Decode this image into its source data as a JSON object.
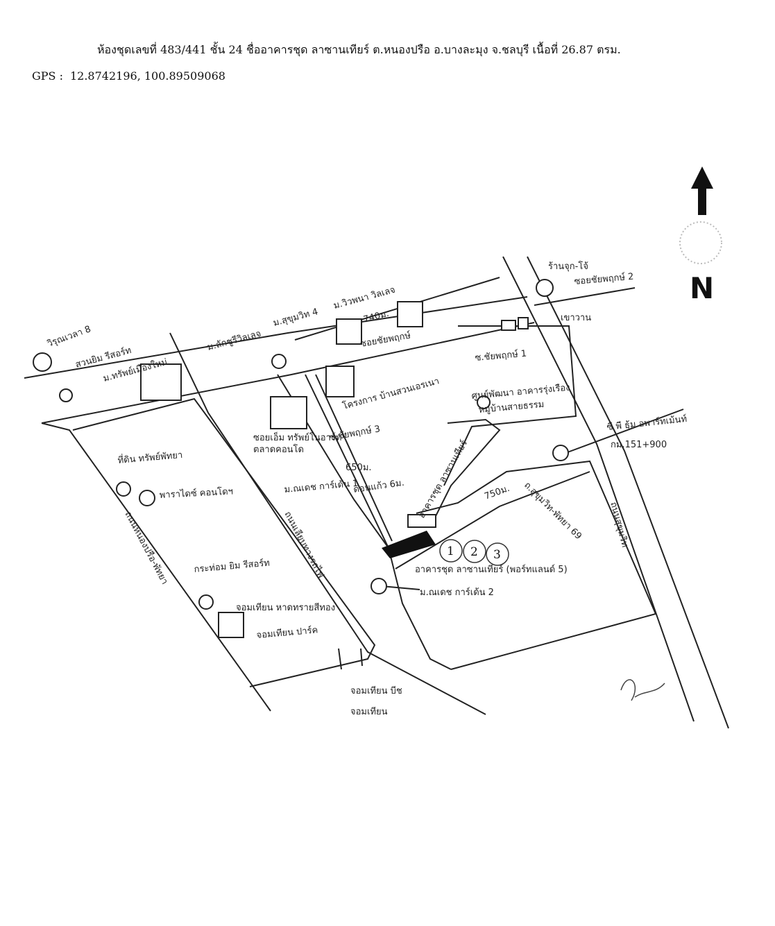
{
  "header": {
    "title": "ห้องชุดเลขที่ 483/441  ชั้น 24  ชื่ออาคารชุด ลาซานเทียร์ ต.หนองปรือ อ.บางละมุง จ.ชลบุรี เนื้อที่ 26.87 ตรม.",
    "gps_label": "GPS :",
    "gps_value": "12.8742196, 100.89509068"
  },
  "map": {
    "north_label": "N",
    "markers": [
      "1",
      "2",
      "3"
    ],
    "labels": {
      "wichai": "วิรุณเวลา 8",
      "swan_rd": "สวนยิม รีสอร์ท",
      "mu_sap": "ม.ทรัพย์เมืองใหม่",
      "mu_lakchai": "ม.ลักชูรีวิลเลจ",
      "mu_sukhumvit4": "ม.สุขุมวิท 4",
      "mu_wyp": "ม.วิวพนา วิลเลจ",
      "distance_740": "740ม.",
      "ranjuk": "ร้านจุก-โจ้",
      "soi_chaiyapruek2": "ซอยชัยพฤกษ์ 2",
      "khaotalo": "เขาวาน",
      "soi_chaiyapruek_top": "ซอยชัยพฤกษ์",
      "sukhumvit_soi": "ซ.ชัยพฤกษ์ 1",
      "project": "โครงการ บ้านสวนเอรเนา",
      "soi3": "ซ.ชัยพฤกษ์ 3",
      "d650": "650ม.",
      "mu_tin": "หมู่บ้านสายธรรม",
      "kindergarten": "ศูนย์พัฒนา อาคารรุ่งเรือง",
      "market_condo": "ตลาดคอนโด",
      "pond_resort": "ซอยเอ็ม ทรัพย์โนอาร์ท",
      "mu_garden1": "ม.ณเดช การ์เด้น 1",
      "yu_soi": "ดอนแก้ว 6ม.",
      "seven": "ซี พี ธุ้ม อพาร์ทเม้นท์",
      "km": "กม.151+900",
      "d750": "750ม.",
      "sukhumvit_pattaya": "ถ.สุขุมวิท-พัทยา 69",
      "building_label": "อาคารชุด ลาซานเทียร์",
      "building_full": "อาคารชุด ลาซานเทียร์ (พอร์ทแลนด์ 5)",
      "mu_garden2": "ม.ณเดช การ์เด้น 2",
      "pattaya_resort": "ที่ดิน ทรัพย์พัทยา",
      "hua_hin": "พาราไดซ์ คอนโดฯ",
      "tree_resort": "กระท่อม ยิม รีสอร์ท",
      "jomtien_r": "จอมเทียน หาดทรายสีทอง",
      "jomtien_park": "จอมเทียน ปาร์ค",
      "nong_pl": "ถนนหนองปรือ-พัทยา",
      "road_lower": "ถนนเลียบทางรถไฟ",
      "sukhumvit_road": "ถนนสุขุมวิท",
      "jomtien_beach": "จอมเทียน บีช",
      "suan_pt": "จอมเทียน"
    }
  }
}
